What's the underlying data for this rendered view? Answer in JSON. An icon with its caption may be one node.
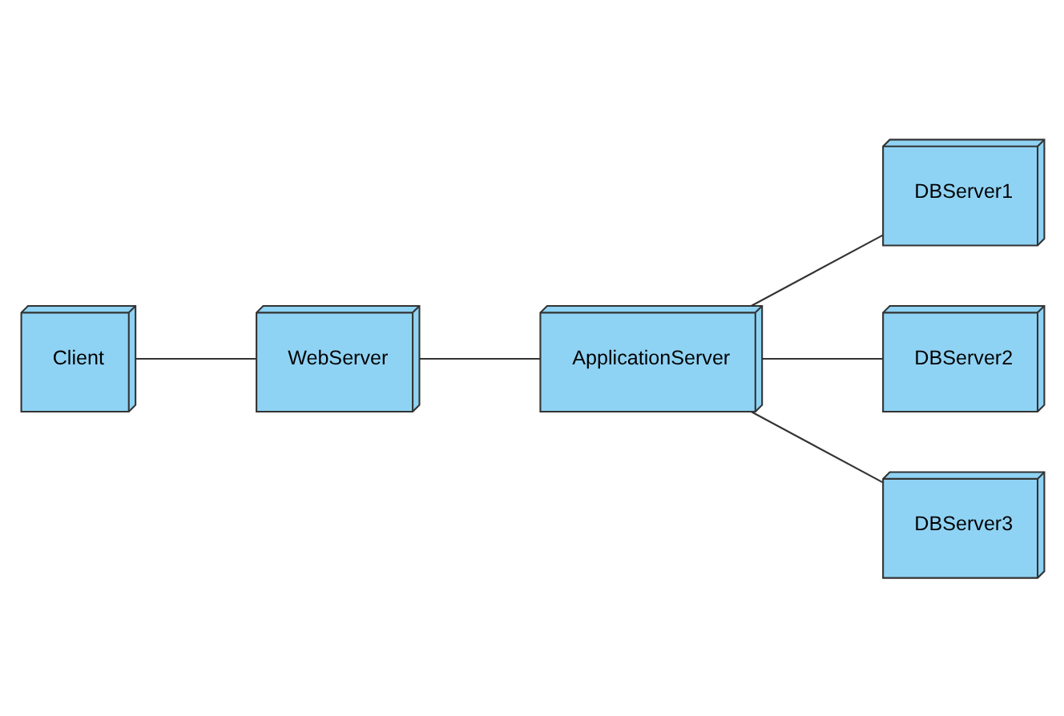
{
  "diagram": {
    "nodes": [
      {
        "text": [
          "Client"
        ]
      },
      {
        "text": [
          "WebServer"
        ]
      },
      {
        "text": [
          "ApplicationServer"
        ]
      },
      {
        "text": [
          "DBServer1"
        ]
      },
      {
        "text": [
          "DBServer2"
        ]
      },
      {
        "text": [
          "DBServer3"
        ]
      }
    ],
    "edges": [
      {
        "from": 0,
        "to": 1,
        "arrow": "none"
      },
      {
        "from": 1,
        "to": 2,
        "arrow": "none"
      },
      {
        "from": 2,
        "to": 3,
        "arrow": "none"
      },
      {
        "from": 2,
        "to": 4,
        "arrow": "none"
      },
      {
        "from": 2,
        "to": 5,
        "arrow": "none"
      }
    ]
  }
}
